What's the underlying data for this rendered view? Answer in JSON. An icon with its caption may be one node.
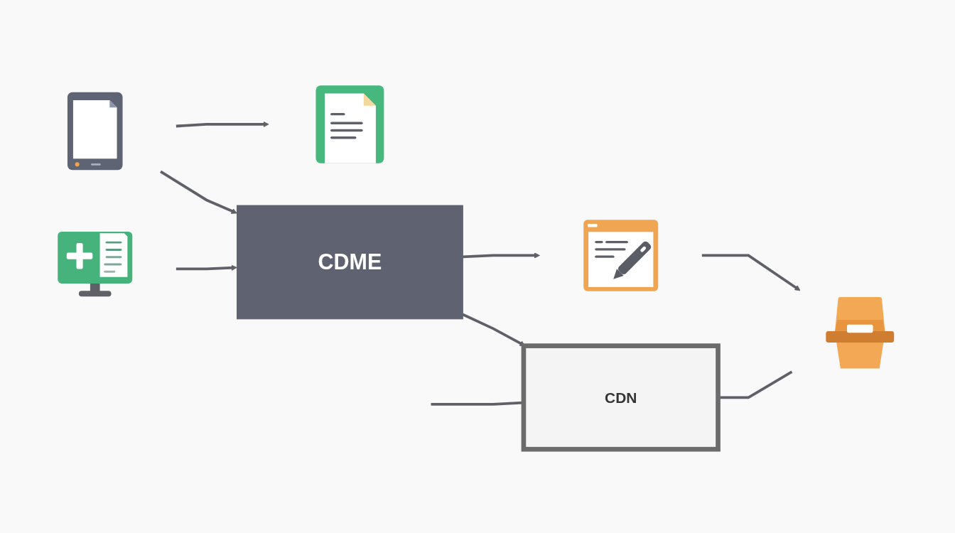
{
  "diagram": {
    "nodes": [
      {
        "text": [],
        "shape": "picture"
      },
      {
        "text": [],
        "shape": "picture"
      },
      {
        "text": [
          "CDME"
        ]
      },
      {
        "text": [
          "CDN"
        ]
      },
      {
        "text": [],
        "shape": "picture"
      },
      {
        "text": [],
        "shape": "picture"
      },
      {
        "text": [],
        "shape": "picture"
      }
    ],
    "edges": [
      {
        "from": 0,
        "to": 2,
        "arrow": "to"
      },
      {
        "from": 1,
        "to": 2,
        "arrow": "to"
      },
      {
        "from": 2,
        "to": 3,
        "arrow": "to"
      },
      {
        "from": null,
        "to": 3,
        "arrow": "none"
      },
      {
        "from": 1,
        "to": 4,
        "arrow": "to"
      },
      {
        "from": 2,
        "to": 5,
        "arrow": "to"
      },
      {
        "from": 3,
        "to": 6,
        "arrow": "none"
      },
      {
        "from": 5,
        "to": 6,
        "arrow": "to"
      }
    ]
  }
}
